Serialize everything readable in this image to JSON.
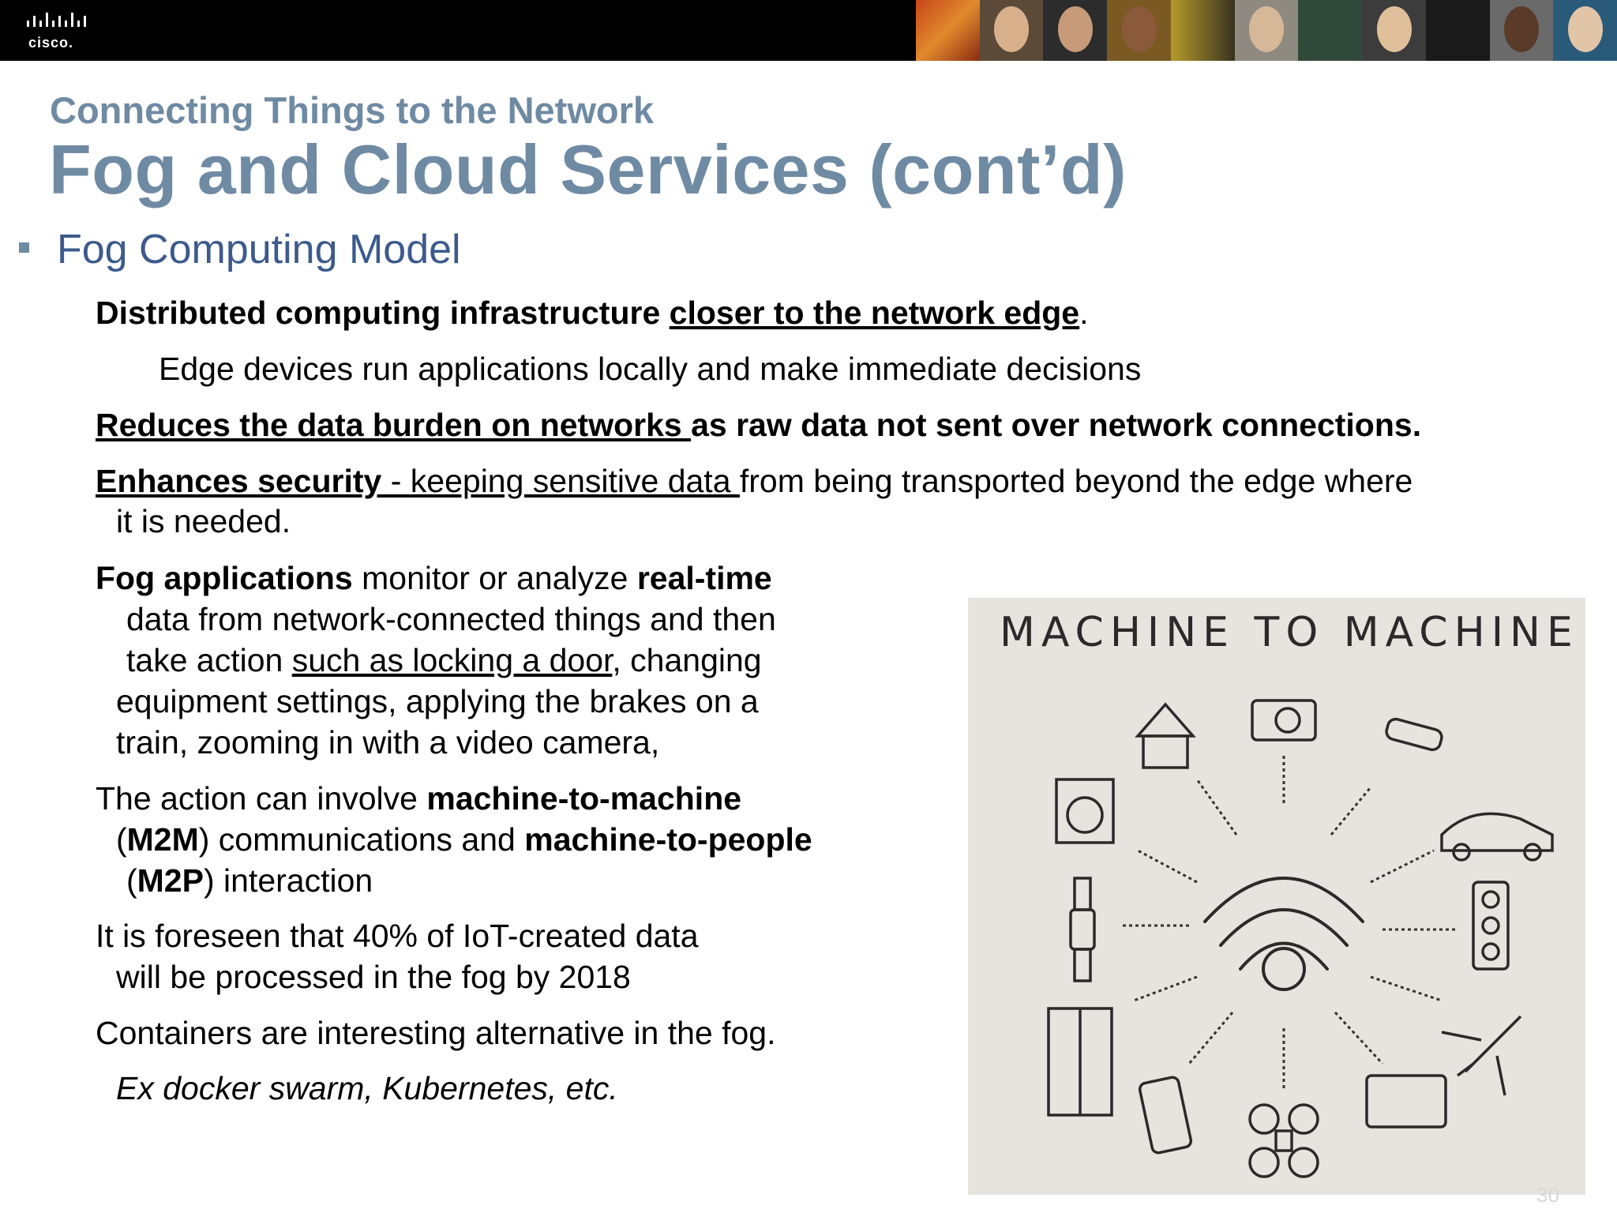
{
  "header": {
    "logo_text": "cisco."
  },
  "slide": {
    "subtitle": "Connecting Things to the Network",
    "title": "Fog and Cloud Services (cont’d)",
    "bullet_heading": "Fog Computing Model",
    "p1": {
      "bold": "Distributed computing infrastructure ",
      "bold_underline": "closer to the network edge",
      "end": "."
    },
    "p1_sub": "Edge devices run applications locally and make immediate decisions",
    "p2": {
      "bold_underline": "Reduces the data burden on networks ",
      "bold": "as raw data not sent over network connections."
    },
    "p3": {
      "bold_underline": "Enhances security",
      "dash": " -  ",
      "underline": "keeping sensitive data ",
      "rest": "from being transported beyond the edge where",
      "cont": "it is needed."
    },
    "p4": {
      "bold1": "Fog applications",
      "t1": " monitor or analyze ",
      "bold2": "real-time",
      "l2": "data from network-connected things and then",
      "l3a": "take action ",
      "l3u": "such as locking a door",
      "l3b": ", changing",
      "l4": "equipment settings, applying the brakes on a",
      "l5": "train, zooming in with a video camera,"
    },
    "p5": {
      "t1": "The action can involve ",
      "b1": "machine-to-machine",
      "l2a": "(",
      "l2b": "M2M",
      "l2c": ") communications and ",
      "l2d": "machine-to-people",
      "l3a": "(",
      "l3b": "M2P",
      "l3c": ") interaction"
    },
    "p6": {
      "l1": "It is foreseen that 40% of IoT-created data",
      "l2": "will be processed in the fog by 2018"
    },
    "p7": "Containers are interesting alternative in the fog.",
    "p8": "Ex docker swarm, Kubernetes, etc.",
    "image_title": "MACHINE TO MACHINE",
    "page_number": "30"
  },
  "colors": {
    "title": "#6f8aa3",
    "bullet_heading": "#3c5a8c",
    "banner": "#000000"
  }
}
